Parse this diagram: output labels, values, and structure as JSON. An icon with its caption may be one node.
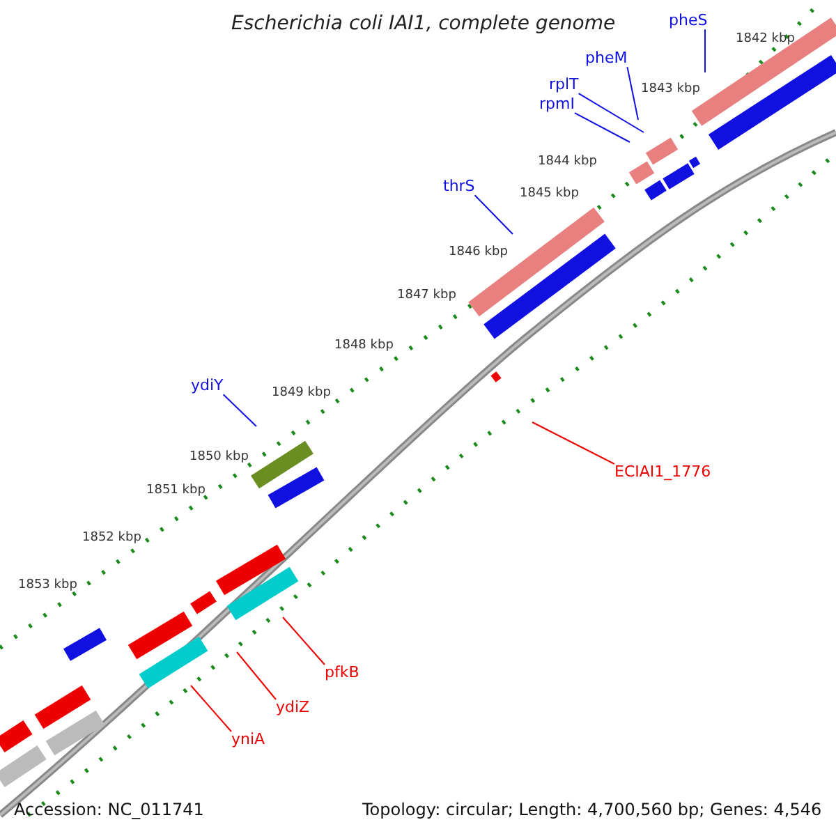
{
  "diagram": {
    "title": "Escherichia coli IAI1, complete genome",
    "nodes": [
      {
        "text": [
          "pheS"
        ]
      },
      {
        "text": [
          "pheM"
        ]
      },
      {
        "text": [
          "rplT"
        ]
      },
      {
        "text": [
          "rpmI"
        ]
      },
      {
        "text": [
          "thrS"
        ]
      },
      {
        "text": [
          "ydiY"
        ]
      },
      {
        "text": [
          "ECIAI1_1776"
        ]
      },
      {
        "text": [
          "pfkB"
        ]
      },
      {
        "text": [
          "ydiZ"
        ]
      },
      {
        "text": [
          "yniA"
        ]
      }
    ],
    "edges": [
      {
        "from": 0,
        "to": null,
        "arrow": "none"
      },
      {
        "from": 1,
        "to": null,
        "arrow": "none"
      },
      {
        "from": 2,
        "to": null,
        "arrow": "none"
      },
      {
        "from": 3,
        "to": null,
        "arrow": "none"
      },
      {
        "from": 4,
        "to": null,
        "arrow": "none"
      },
      {
        "from": 5,
        "to": null,
        "arrow": "none"
      },
      {
        "from": 6,
        "to": null,
        "arrow": "none",
        "color": "#ee0000"
      },
      {
        "from": 7,
        "to": null,
        "arrow": "none",
        "color": "#ee0000"
      },
      {
        "from": 8,
        "to": null,
        "arrow": "none",
        "color": "#ee0000"
      },
      {
        "from": 9,
        "to": null,
        "arrow": "none",
        "color": "#ee0000"
      }
    ],
    "labels": [
      "1842 kbp",
      "1843 kbp",
      "1844 kbp",
      "1845 kbp",
      "1846 kbp",
      "1847 kbp",
      "1848 kbp",
      "1849 kbp",
      "1850 kbp",
      "1851 kbp",
      "1852 kbp",
      "1853 kbp",
      "Accession: NC_011741",
      "Topology: circular; Length: 4,700,560 bp; Genes: 4,546"
    ]
  }
}
